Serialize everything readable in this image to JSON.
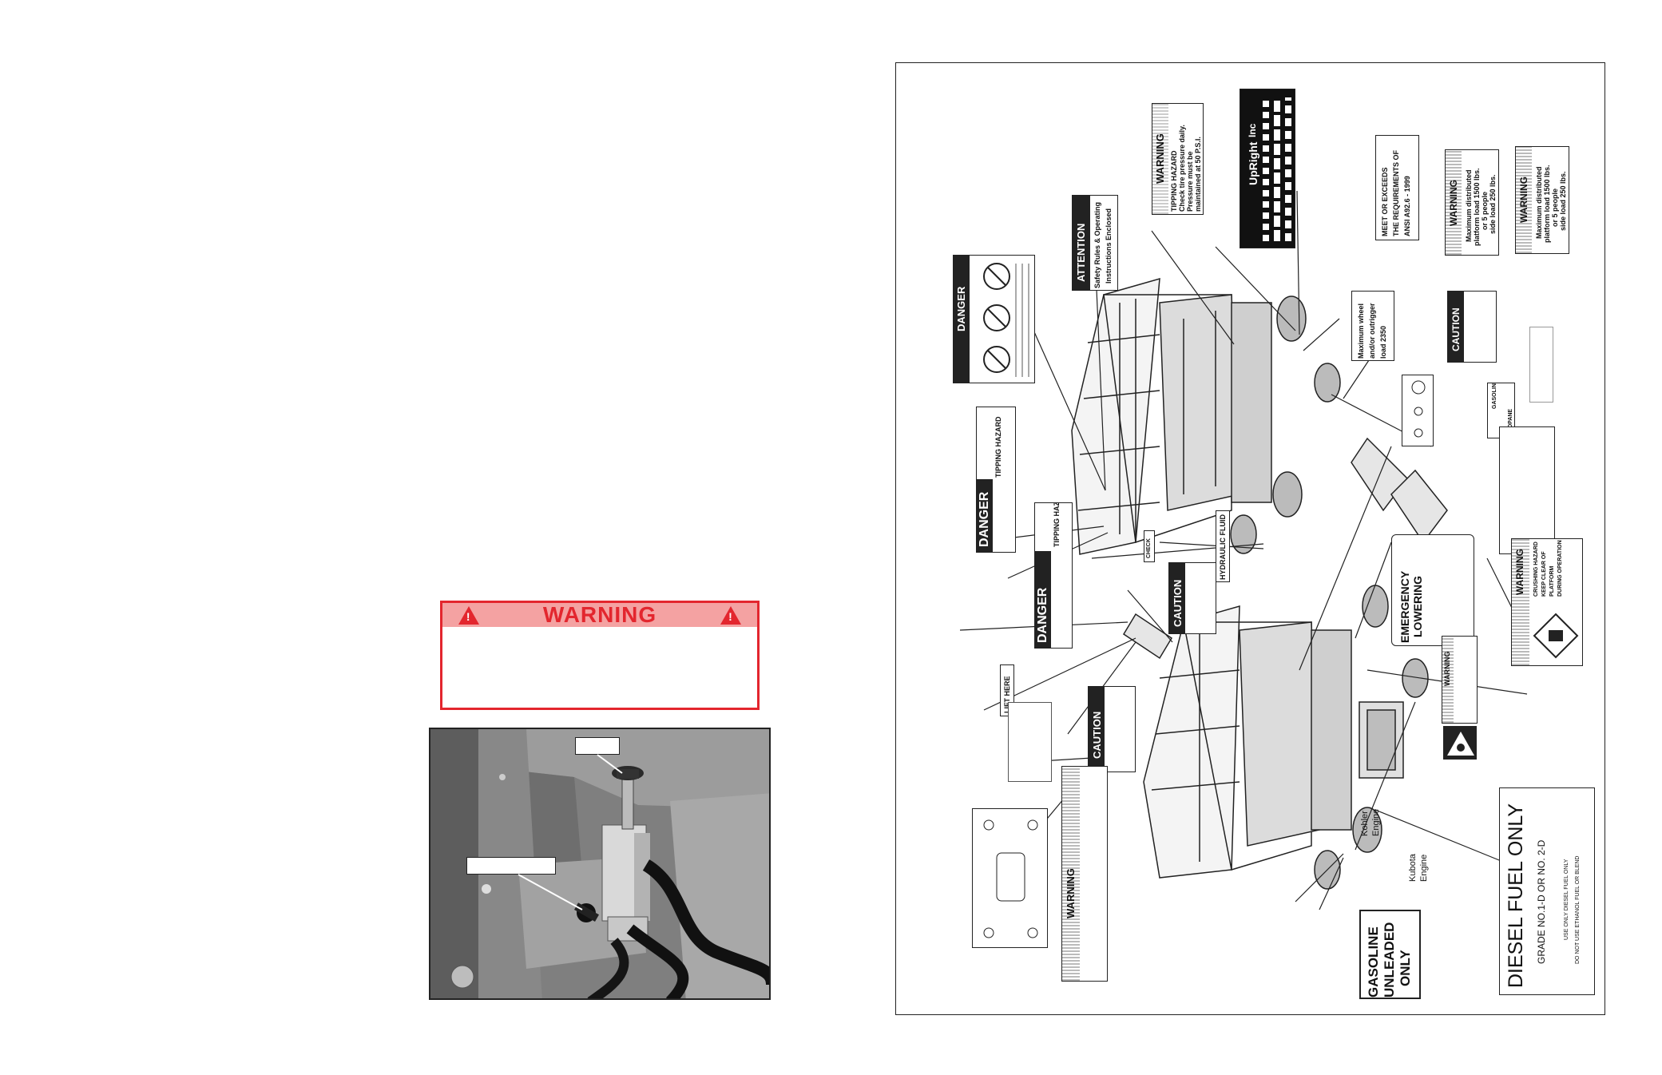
{
  "warning_banner": {
    "title": "WARNING"
  },
  "photo": {
    "callout_top": "",
    "callout_left": ""
  },
  "sheet": {
    "danger_top": {
      "title": "DANGER"
    },
    "attention": {
      "title": "ATTENTION",
      "line1": "Safety Rules & Operating",
      "line2": "Instructions Enclosed"
    },
    "warning_pressure": {
      "title": "WARNING",
      "line1": "TIPPING HAZARD",
      "line2": "Check tire pressure daily.",
      "line3": "Pressure must be",
      "line4": "maintained at 50 P.S.I."
    },
    "upright_plate": {
      "brand": "UpRight",
      "suffix": "Inc"
    },
    "ansi": {
      "line1": "MEET OR EXCEEDS",
      "line2": "THE REQUIREMENTS OF",
      "line3": "ANSI A92.6 - 1999"
    },
    "warning_load_1": {
      "title": "WARNING",
      "line1": "Maximum distributed",
      "line2": "platform load 1500 lbs.",
      "line3": "or 5 people",
      "line4": "side load 250 lbs."
    },
    "warning_load_2": {
      "title": "WARNING",
      "line1": "Maximum distributed",
      "line2": "platform load 1500 lbs.",
      "line3": "or 5 people",
      "line4": "side load 250 lbs."
    },
    "wheel_load": {
      "line1": "Maximum wheel",
      "line2": "and/or outrigger",
      "line3": "load 2350"
    },
    "caution_limit": {
      "title": "CAUTION"
    },
    "tipping_1": {
      "title": "DANGER",
      "sub": "TIPPING HAZARD"
    },
    "tipping_2": {
      "title": "DANGER",
      "sub": "TIPPING HAZARD"
    },
    "hydraulic": "HYDRAULIC FLUID",
    "check": "CHECK",
    "caution_mid": {
      "title": "CAUTION"
    },
    "emergency": {
      "line1": "EMERGENCY",
      "line2": "LOWERING"
    },
    "warning_crush": {
      "title": "WARNING",
      "line1": "CRUSHING HAZARD",
      "line2": "KEEP CLEAR OF",
      "line3": "PLATFORM",
      "line4": "DURING OPERATION"
    },
    "lift_here": "LIFT HERE",
    "caution_low": {
      "title": "CAUTION"
    },
    "warning_low": {
      "title": "WARNING"
    },
    "warning_bottom": {
      "title": "WARNING"
    },
    "kohler": {
      "line1": "Kohler",
      "line2": "Engine"
    },
    "kubota": {
      "line1": "Kubota",
      "line2": "Engine"
    },
    "gasoline": {
      "line1": "GASOLINE",
      "line2": "UNLEADED",
      "line3": "ONLY"
    },
    "diesel": {
      "title": "DIESEL FUEL ONLY",
      "line2": "GRADE NO.1-D OR NO. 2-D",
      "line3": "USE ONLY DIESEL FUEL ONLY",
      "line4": "DO NOT USE ETHANOL FUEL OR BLEND"
    },
    "gas_propane": {
      "left": "GASOLINE",
      "right": "PROPANE"
    }
  }
}
